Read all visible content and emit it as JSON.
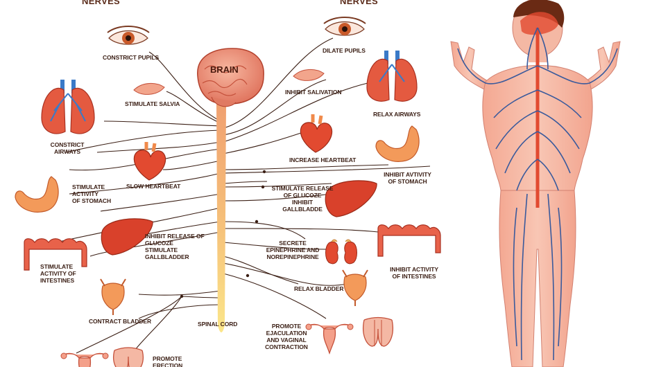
{
  "headings": {
    "left": "NERVES",
    "right": "NERVES"
  },
  "center": {
    "brain": "BRAIN",
    "spinal_cord": "SPINAL CORD"
  },
  "parasympathetic": {
    "constrict_pupils": "CONSTRICT PUPILS",
    "stimulate_saliva": "STIMULATE SALVIA",
    "constrict_airways": "CONSTRICT\nAIRWAYS",
    "slow_heartbeat": "SLOW HEARTBEAT",
    "stimulate_stomach": "STIMULATE\nACTIVITY\nOF STOMACH",
    "inhibit_glucose": "INHIBIT RELEASE OF\nGLUCOZE\nSTIMULATE\nGALLBLADDER",
    "stimulate_intestines": "STIMULATE\nACTIVITY OF\nINTESTINES",
    "contract_bladder": "CONTRACT BLADDER",
    "promote_erection": "PROMOTE\nERECTION"
  },
  "sympathetic": {
    "dilate_pupils": "DILATE PUPILS",
    "inhibit_salivation": "INHIBIT SALIVATION",
    "relax_airways": "RELAX AIRWAYS",
    "increase_heartbeat": "INCREASE HEARTBEAT",
    "inhibit_stomach": "INHIBIT AVTIVITY\nOF STOMACH",
    "stimulate_glucose": "STIMULATE RELEASE\nOF GLUCOZE\nINHIBIT\nGALLBLADDE",
    "secrete_epinephrine": "SECRETE\nEPINEPHRINE AND\nNOREPINEPHRINE",
    "inhibit_intestines": "INHIBIT ACTIVITY\nOF INTESTINES",
    "relax_bladder": "RELAX BLADDER",
    "promote_ejaculation": "PROMOTE\nEJACULATION\nAND VAGINAL\nCONTRACTION"
  },
  "colors": {
    "organ_red": "#d9412b",
    "organ_orange": "#f08a4b",
    "skin": "#f4b8a4",
    "vein_blue": "#3a5a9c",
    "nerve_line": "#3a1e14",
    "cord_top": "#f0a070",
    "cord_bottom": "#f8e070",
    "label_text": "#3a1e14"
  },
  "icons": [
    "eye-icon",
    "lips-icon",
    "lungs-icon",
    "heart-icon",
    "stomach-icon",
    "liver-icon",
    "intestine-icon",
    "bladder-icon",
    "kidney-icon",
    "uterus-icon",
    "testes-icon",
    "brain-icon",
    "human-body-icon"
  ]
}
